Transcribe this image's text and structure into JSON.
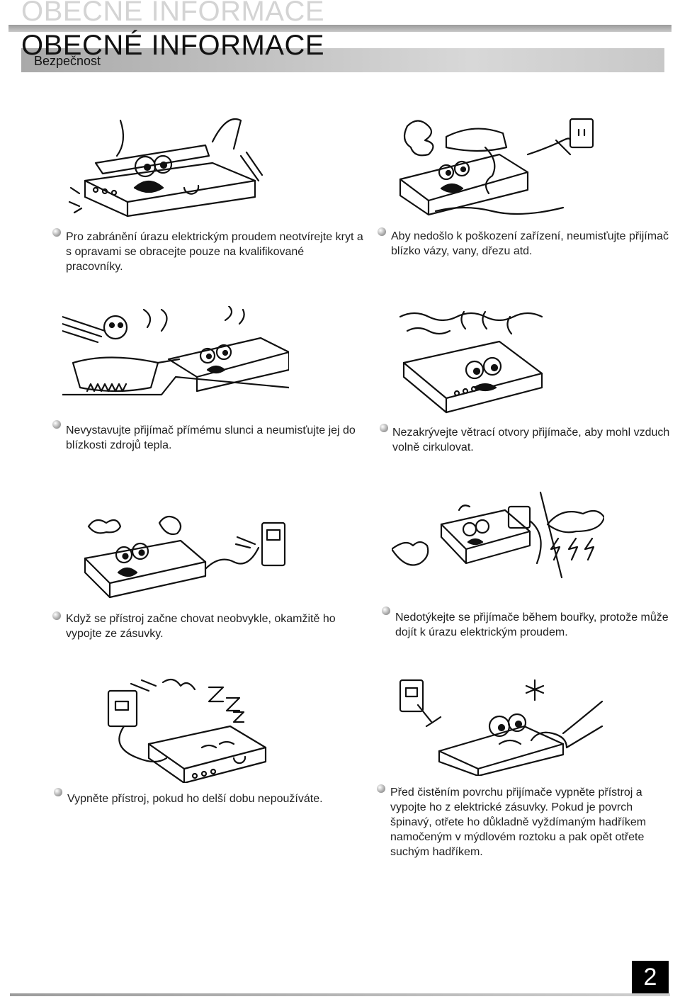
{
  "header": {
    "title": "OBECNÉ INFORMACE",
    "subtitle": "Bezpečnost"
  },
  "items": [
    {
      "caption": "Pro zabránění úrazu elektrickým proudem neotvírejte kryt a s opravami se obracejte pouze na kvalifikované pracovníky.",
      "illustration": "opening-cover-illustration"
    },
    {
      "caption": "Aby nedošlo k poškození zařízení, neumisťujte přijímač blízko vázy, vany, dřezu atd.",
      "illustration": "water-spill-illustration"
    },
    {
      "caption": "Nevystavujte přijímač přímému slunci a neumisťujte jej do blízkosti zdrojů tepla.",
      "illustration": "heat-source-illustration"
    },
    {
      "caption": "Nezakrývejte větrací otvory přijímače, aby mohl vzduch volně cirkulovat.",
      "illustration": "ventilation-illustration"
    },
    {
      "caption": "Když se přístroj začne chovat neobvykle, okamžitě ho vypojte ze zásuvky.",
      "illustration": "unplug-illustration"
    },
    {
      "caption": "Nedotýkejte se přijímače během bouřky, protože může dojít k úrazu elektrickým proudem.",
      "illustration": "storm-illustration"
    },
    {
      "caption": "Vypněte přístroj, pokud ho delší dobu nepoužíváte.",
      "illustration": "sleeping-device-illustration"
    },
    {
      "caption": "Před čistěním povrchu přijímače vypněte přístroj a vypojte ho z elektrické zásuvky. Pokud je povrch špinavý, otřete ho důkladně vyždímaným hadříkem namočeným v mýdlovém roztoku a pak opět otřete suchým hadříkem.",
      "illustration": "cleaning-illustration"
    }
  ],
  "page_number": "2",
  "colors": {
    "bar_dark": "#9a9a9a",
    "bar_light": "#d8d8d8",
    "page_num_bg": "#000000"
  }
}
